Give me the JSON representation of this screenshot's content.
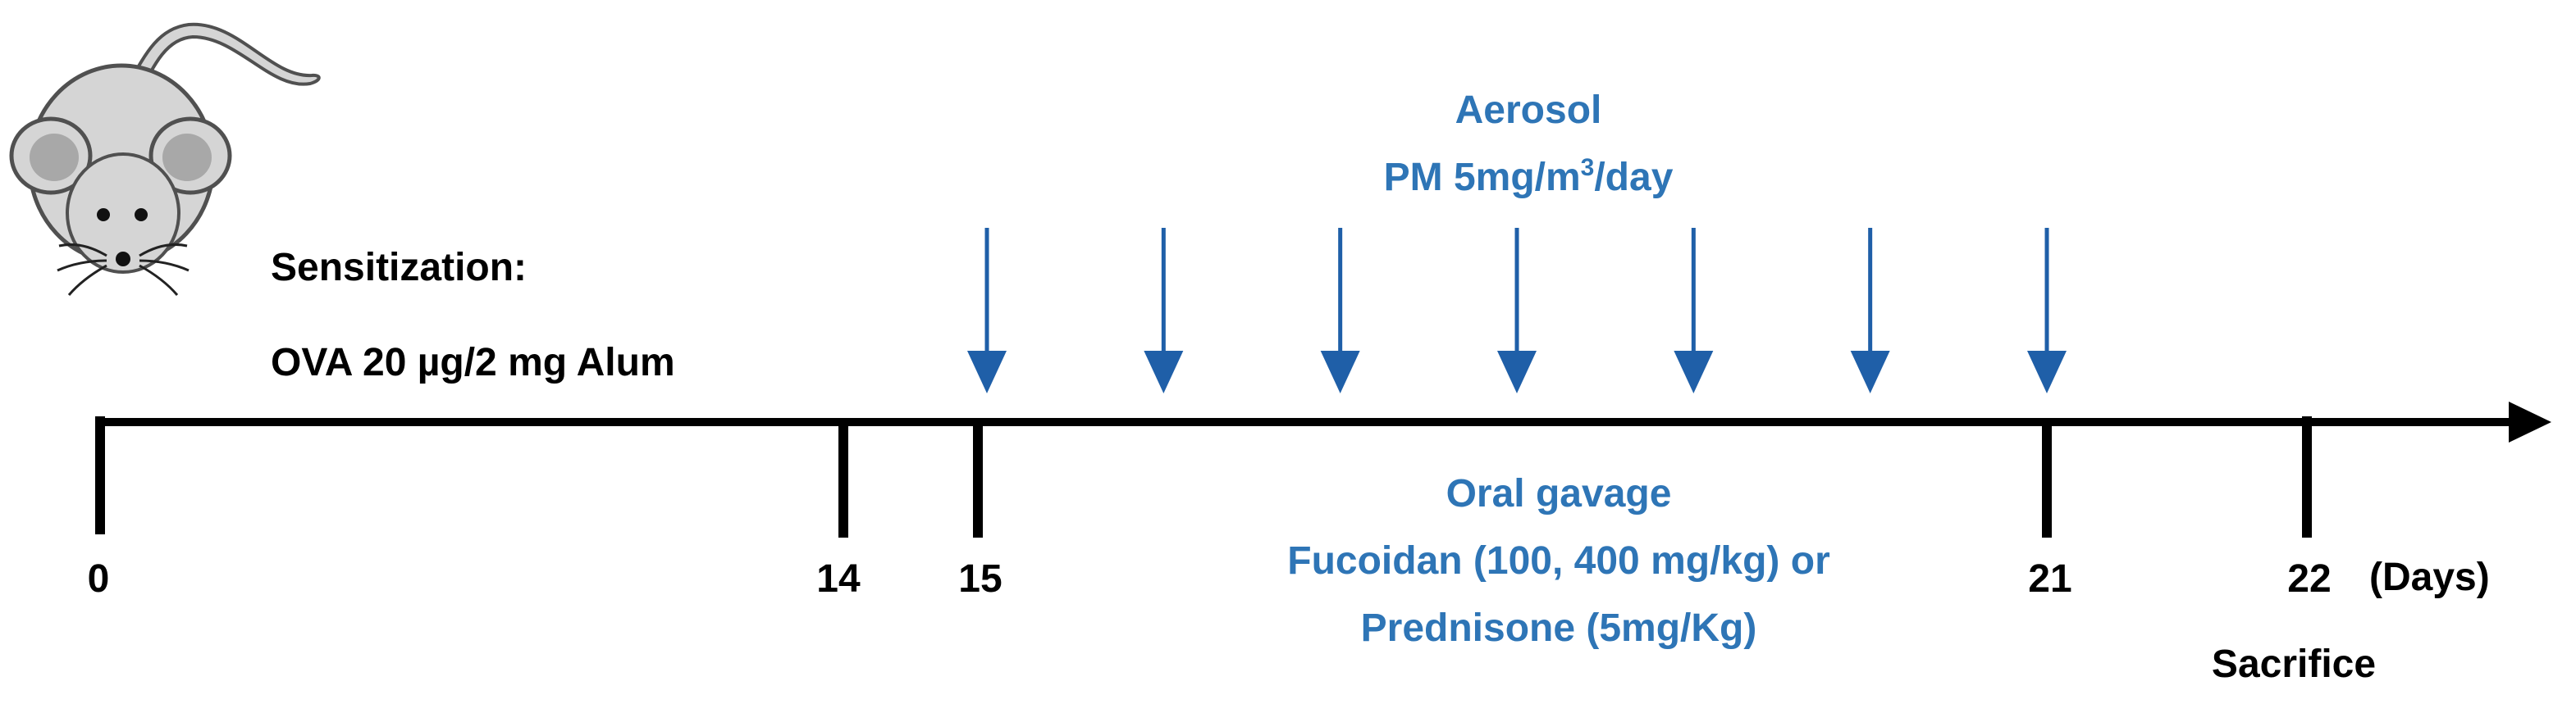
{
  "colors": {
    "axis": "#000000",
    "accent": "#2E75B6",
    "arrow": "#1F5FA8",
    "mouse_body": "#D5D5D5",
    "mouse_outline": "#505050",
    "mouse_ear_inner": "#A8A8A8"
  },
  "sensitization": {
    "title": "Sensitization:",
    "detail": "OVA 20 µg/2 mg Alum"
  },
  "aerosol": {
    "title": "Aerosol",
    "dose_prefix": "PM 5mg/m",
    "dose_sup": "3",
    "dose_suffix": "/day"
  },
  "gavage": {
    "title": "Oral gavage",
    "line1": "Fucoidan (100, 400 mg/kg) or",
    "line2": "Prednisone (5mg/Kg)"
  },
  "timeline": {
    "unit_label": "(Days)",
    "ticks": [
      {
        "day": "0"
      },
      {
        "day": "14"
      },
      {
        "day": "15"
      },
      {
        "day": "21"
      },
      {
        "day": "22",
        "note": "Sacrifice"
      }
    ],
    "exposure_arrow_count": 7
  },
  "icons": {
    "subject": "mouse-icon",
    "exposure": "down-arrow-icon"
  }
}
